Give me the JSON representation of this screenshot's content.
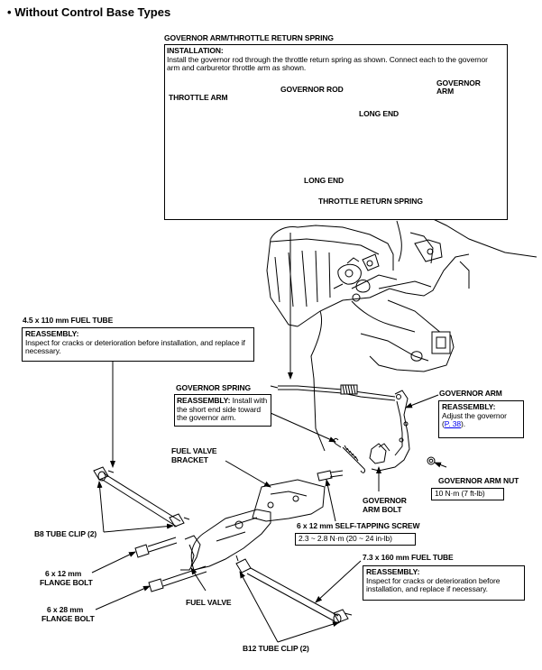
{
  "section": {
    "bullet": "•",
    "title": "Without Control Base Types"
  },
  "inset": {
    "heading": "GOVERNOR ARM/THROTTLE RETURN SPRING",
    "installation_label": "INSTALLATION:",
    "installation_text": "Install the governor rod through the throttle return spring as shown. Connect each to the governor arm and carburetor throttle arm as shown.",
    "throttle_arm": "THROTTLE ARM",
    "governor_rod": "GOVERNOR ROD",
    "governor_arm_1": "GOVERNOR",
    "governor_arm_2": "ARM",
    "long_end_top": "LONG END",
    "long_end_bottom": "LONG END",
    "throttle_return_spring": "THROTTLE RETURN SPRING"
  },
  "fuel_tube_110": {
    "title": "4.5 x 110 mm FUEL TUBE",
    "reassembly_label": "REASSEMBLY:",
    "reassembly_text": "Inspect for cracks or deterioration before installation, and replace if necessary."
  },
  "governor_spring": {
    "title": "GOVERNOR SPRING",
    "reassembly_label": "REASSEMBLY:",
    "reassembly_text": "Install with the short end side toward the governor arm."
  },
  "governor_arm": {
    "title": "GOVERNOR ARM",
    "reassembly_label": "REASSEMBLY:",
    "reassembly_text": "Adjust the governor",
    "link_text": "P. 38",
    "link_prefix": "(",
    "link_suffix": ")."
  },
  "governor_arm_nut": {
    "title": "GOVERNOR ARM NUT",
    "torque": "10 N·m (7 ft-lb)"
  },
  "governor_arm_bolt": {
    "line1": "GOVERNOR",
    "line2": "ARM BOLT"
  },
  "fuel_valve_bracket": {
    "line1": "FUEL VALVE",
    "line2": "BRACKET"
  },
  "self_tapping_screw": {
    "title": "6 x 12 mm SELF-TAPPING SCREW",
    "torque": "2.3 ~ 2.8 N·m (20 ~ 24 in-lb)"
  },
  "fuel_tube_160": {
    "title": "7.3 x 160 mm FUEL TUBE",
    "reassembly_label": "REASSEMBLY:",
    "reassembly_text": "Inspect for cracks or deterioration before installation, and replace if necessary."
  },
  "b8_tube_clip": "B8 TUBE CLIP (2)",
  "flange_bolt_12": {
    "line1": "6 x 12 mm",
    "line2": "FLANGE BOLT"
  },
  "flange_bolt_28": {
    "line1": "6 x 28 mm",
    "line2": "FLANGE BOLT"
  },
  "fuel_valve": "FUEL VALVE",
  "b12_tube_clip": "B12 TUBE CLIP (2)"
}
